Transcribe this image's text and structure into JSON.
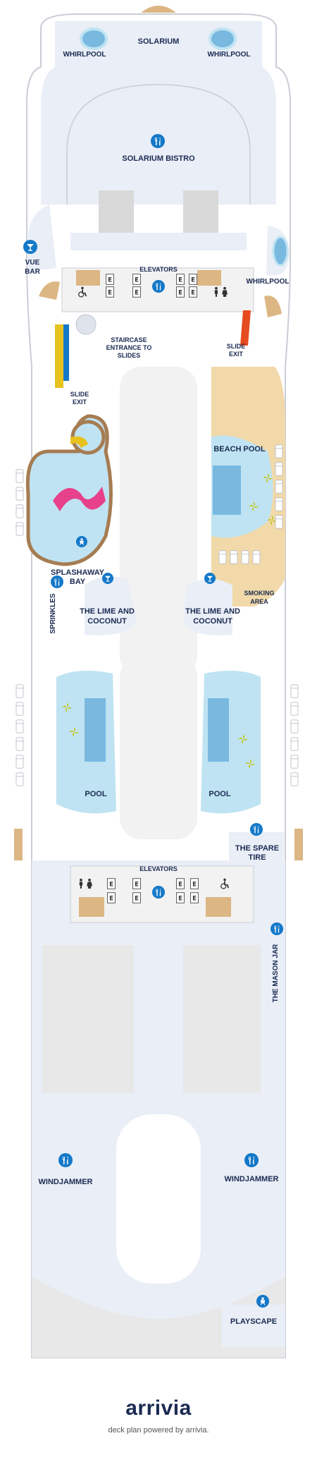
{
  "map": {
    "labels": {
      "solarium": "SOLARIUM",
      "whirlpool_left": "WHIRLPOOL",
      "whirlpool_right": "WHIRLPOOL",
      "solarium_bistro": "SOLARIUM BISTRO",
      "vue_bar_1": "VUE",
      "vue_bar_2": "BAR",
      "elevators_fwd": "ELEVATORS",
      "whirlpool_mid": "WHIRLPOOL",
      "staircase_1": "STAIRCASE",
      "staircase_2": "ENTRANCE TO",
      "staircase_3": "SLIDES",
      "slide_exit_right_1": "SLIDE",
      "slide_exit_right_2": "EXIT",
      "slide_exit_left_1": "SLIDE",
      "slide_exit_left_2": "EXIT",
      "beach_pool": "BEACH POOL",
      "splashaway_1": "SPLASHAWAY",
      "splashaway_2": "BAY",
      "sprinkles": "SPRINKLES",
      "lime_left_1": "THE LIME AND",
      "lime_left_2": "COCONUT",
      "lime_right_1": "THE LIME AND",
      "lime_right_2": "COCONUT",
      "smoking_1": "SMOKING",
      "smoking_2": "AREA",
      "pool_left": "POOL",
      "pool_right": "POOL",
      "spare_tire_1": "THE SPARE",
      "spare_tire_2": "TIRE",
      "elevators_aft": "ELEVATORS",
      "mason_jar": "THE MASON JAR",
      "windjammer_left": "WINDJAMMER",
      "windjammer_right": "WINDJAMMER",
      "playscape": "PLAYSCAPE"
    },
    "colors": {
      "deck_outline": "#c9cdd6",
      "deck_fill": "#ffffff",
      "venue_fill": "#e9eef7",
      "interior_grey": "#e8e8e8",
      "service_grey": "#d9d9d9",
      "water": "#bfe3f2",
      "pool_blue": "#79b9e0",
      "beach_sand": "#f1d9a9",
      "dining_icon": "#1478c8",
      "stairs_tan": "#dcb683",
      "label": "#1b2a52"
    }
  },
  "footer": {
    "brand": "arrivia",
    "tagline": "deck plan powered by arrivia."
  }
}
